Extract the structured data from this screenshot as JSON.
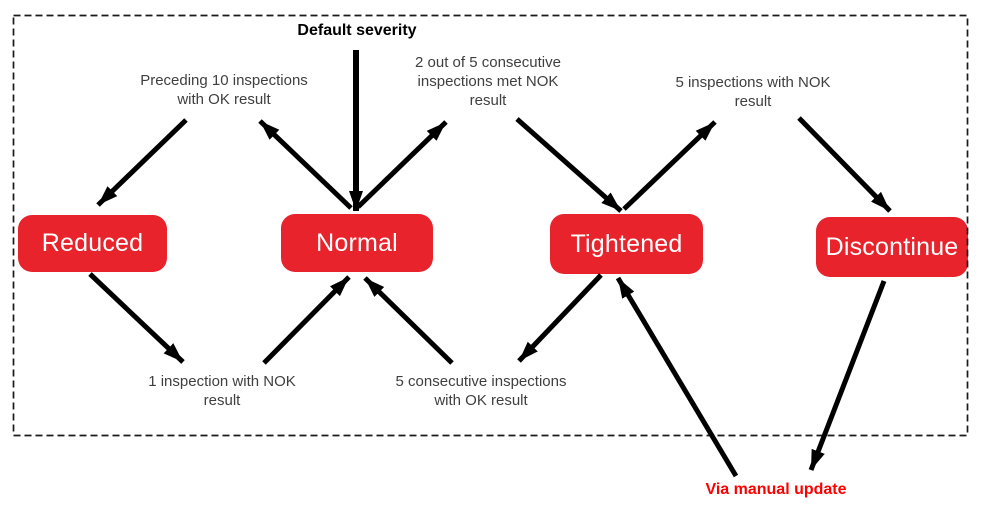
{
  "diagram": {
    "nodes": {
      "reduced": {
        "label": "Reduced"
      },
      "normal": {
        "label": "Normal"
      },
      "tightened": {
        "label": "Tightened"
      },
      "discontinue": {
        "label": "Discontinue"
      }
    },
    "annotations": {
      "default_severity": {
        "text": "Default severity"
      },
      "preceding_ok": {
        "lines": [
          "Preceding 10 inspections",
          "with OK result"
        ]
      },
      "two_of_five_nok": {
        "lines": [
          "2 out of 5 consecutive",
          "inspections met NOK",
          "result"
        ]
      },
      "five_nok": {
        "lines": [
          "5 inspections with NOK",
          "result"
        ]
      },
      "one_nok": {
        "lines": [
          "1 inspection with NOK",
          "result"
        ]
      },
      "five_ok": {
        "lines": [
          "5 consecutive inspections",
          "with OK result"
        ]
      },
      "via_manual_update": {
        "text": "Via manual update"
      }
    },
    "edges": [
      {
        "from": "default",
        "to": "normal",
        "label": "Default severity"
      },
      {
        "from": "normal",
        "to": "reduced",
        "label": "Preceding 10 inspections with OK result"
      },
      {
        "from": "reduced",
        "to": "normal",
        "label": "1 inspection with NOK result"
      },
      {
        "from": "normal",
        "to": "tightened",
        "label": "2 out of 5 consecutive inspections met NOK result"
      },
      {
        "from": "tightened",
        "to": "normal",
        "label": "5 consecutive inspections with OK result"
      },
      {
        "from": "tightened",
        "to": "discontinue",
        "label": "5 inspections with NOK result"
      },
      {
        "from": "manual_update",
        "to": "tightened",
        "label": "Via manual update"
      },
      {
        "from": "discontinue",
        "to": "manual_update",
        "label": "Via manual update"
      }
    ],
    "colors": {
      "node_fill": "#E8232B",
      "node_text": "#FFFFFF",
      "arrow": "#000000",
      "annotation_text": "#3F3F3F",
      "title_text": "#000000",
      "manual_update_text": "#FF0000"
    }
  }
}
